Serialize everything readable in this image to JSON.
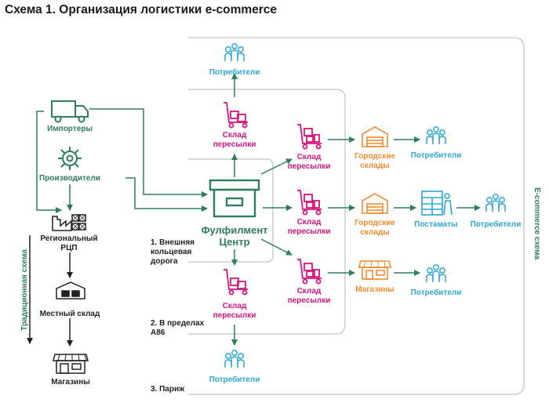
{
  "title": "Схема 1. Организация логистики e-commerce",
  "colors": {
    "green": "#2e7d5b",
    "pink": "#d6137e",
    "orange": "#ef8b2c",
    "teal": "#2aa7d6",
    "gray": "#bdbdbd",
    "dark": "#222222"
  },
  "labels": {
    "importers": "Импортеры",
    "producers": "Производители",
    "regional": [
      "Региональный",
      "РЦП"
    ],
    "local_warehouse": "Местный склад",
    "shops_left": "Магазины",
    "traditional": "Традиционная схема",
    "fulfillment": [
      "Фулфилмент",
      "Центр"
    ],
    "consumers_top": "Потребители",
    "transit": [
      "Склад",
      "пересылки"
    ],
    "city_warehouses": [
      "Городские",
      "склады"
    ],
    "postamats": "Постаматы",
    "shops_right": "Магазины",
    "consumers": "Потребители",
    "ring_road": [
      "1. Внешняя",
      "кольцевая",
      "дорога"
    ],
    "a86": [
      "2. В пределах",
      "A86"
    ],
    "paris": "3. Париж",
    "ecommerce": "E-commerce схема"
  }
}
